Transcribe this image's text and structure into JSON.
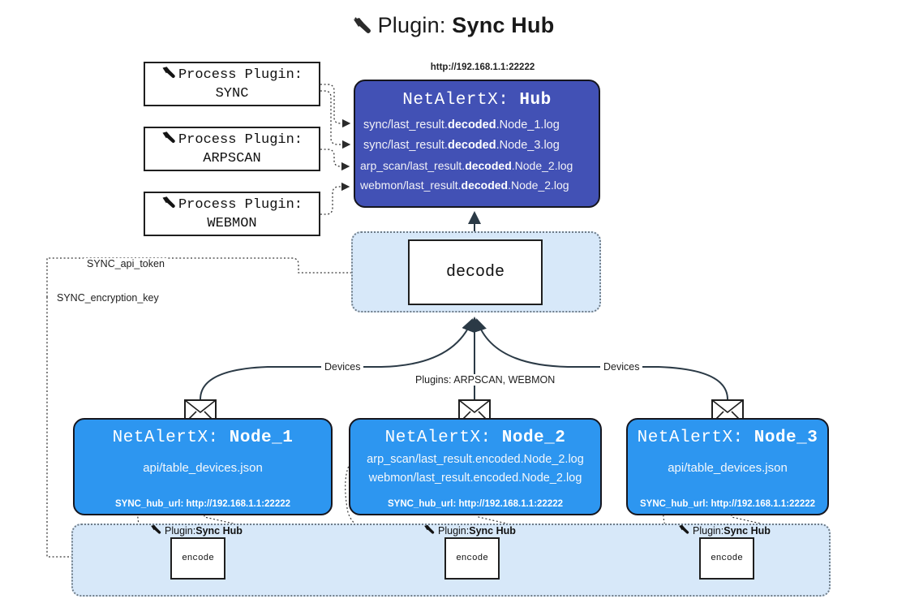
{
  "title": {
    "prefix": "Plugin: ",
    "name": "Sync Hub",
    "icon": "plug-icon"
  },
  "process_plugins": [
    {
      "label": "Process Plugin:",
      "name": "SYNC",
      "icon": "plug-icon"
    },
    {
      "label": "Process Plugin:",
      "name": "ARPSCAN",
      "icon": "plug-icon"
    },
    {
      "label": "Process Plugin:",
      "name": "WEBMON",
      "icon": "plug-icon"
    }
  ],
  "hub": {
    "url": "http://192.168.1.1:22222",
    "title_prefix": "NetAlertX: ",
    "title_name": "Hub",
    "color": "#4251b5",
    "logs": [
      {
        "pre": "sync/last_result.",
        "mid": "decoded",
        "post": ".Node_1.log"
      },
      {
        "pre": "sync/last_result.",
        "mid": "decoded",
        "post": ".Node_3.log"
      },
      {
        "pre": "arp_scan/last_result.",
        "mid": "decoded",
        "post": ".Node_2.log"
      },
      {
        "pre": "webmon/last_result.",
        "mid": "decoded",
        "post": ".Node_2.log"
      }
    ]
  },
  "decode": {
    "label": "decode",
    "container_color": "#d7e8f9"
  },
  "edge_labels": {
    "api_token": "SYNC_api_token",
    "encryption_key": "SYNC_encryption_key",
    "devices_left": "Devices",
    "devices_right": "Devices",
    "plugins": "Plugins: ARPSCAN, WEBMON"
  },
  "nodes": [
    {
      "title_prefix": "NetAlertX: ",
      "title_name": "Node_1",
      "lines": [
        "api/table_devices.json"
      ],
      "footer": "SYNC_hub_url: http://192.168.1.1:22222",
      "color": "#2d96f0",
      "icon": "envelope-icon"
    },
    {
      "title_prefix": "NetAlertX: ",
      "title_name": "Node_2",
      "lines": [
        "arp_scan/last_result.encoded.Node_2.log",
        "webmon/last_result.encoded.Node_2.log"
      ],
      "footer": "SYNC_hub_url: http://192.168.1.1:22222",
      "color": "#2d96f0",
      "icon": "envelope-icon"
    },
    {
      "title_prefix": "NetAlertX: ",
      "title_name": "Node_3",
      "lines": [
        "api/table_devices.json"
      ],
      "footer": "SYNC_hub_url: http://192.168.1.1:22222",
      "color": "#2d96f0",
      "icon": "envelope-icon"
    }
  ],
  "bottom_plugins": [
    {
      "label_prefix": "Plugin: ",
      "label_name": "Sync Hub",
      "box": "encode",
      "icon": "plug-icon"
    },
    {
      "label_prefix": "Plugin: ",
      "label_name": "Sync Hub",
      "box": "encode",
      "icon": "plug-icon"
    },
    {
      "label_prefix": "Plugin: ",
      "label_name": "Sync Hub",
      "box": "encode",
      "icon": "plug-icon"
    }
  ]
}
